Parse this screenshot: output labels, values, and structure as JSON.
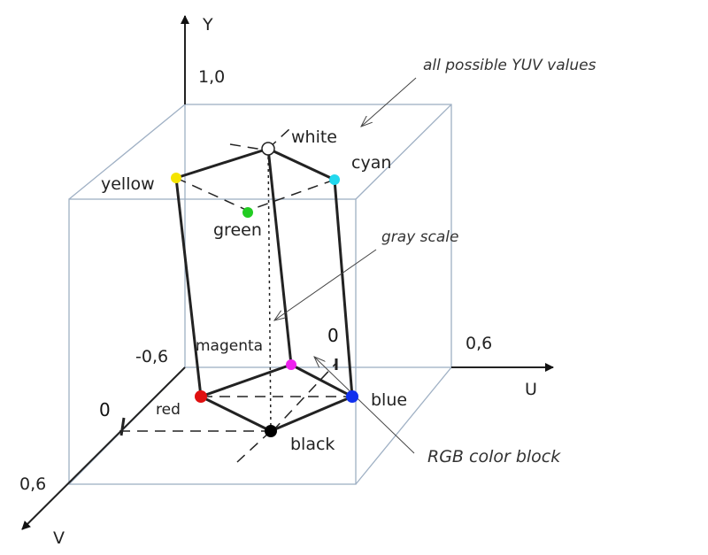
{
  "axes": {
    "y": "Y",
    "u": "U",
    "v": "V"
  },
  "ticks": {
    "y_top": "1,0",
    "u_right": "0,6",
    "v_neg": "-0,6",
    "zero_left": "0",
    "zero_mid": "0",
    "v_bottom": "0,6"
  },
  "vertices": {
    "white": {
      "label": "white",
      "color": "#ffffff"
    },
    "cyan": {
      "label": "cyan",
      "color": "#22d8ee"
    },
    "yellow": {
      "label": "yellow",
      "color": "#f5e400"
    },
    "green": {
      "label": "green",
      "color": "#22cc22"
    },
    "magenta": {
      "label": "magenta",
      "color": "#ee22ee"
    },
    "red": {
      "label": "red",
      "color": "#e01010"
    },
    "blue": {
      "label": "blue",
      "color": "#1030ee"
    },
    "black": {
      "label": "black",
      "color": "#000000"
    }
  },
  "annotations": {
    "yuv": "all possible YUV values",
    "gray": "gray scale",
    "rgb": "RGB color block"
  }
}
